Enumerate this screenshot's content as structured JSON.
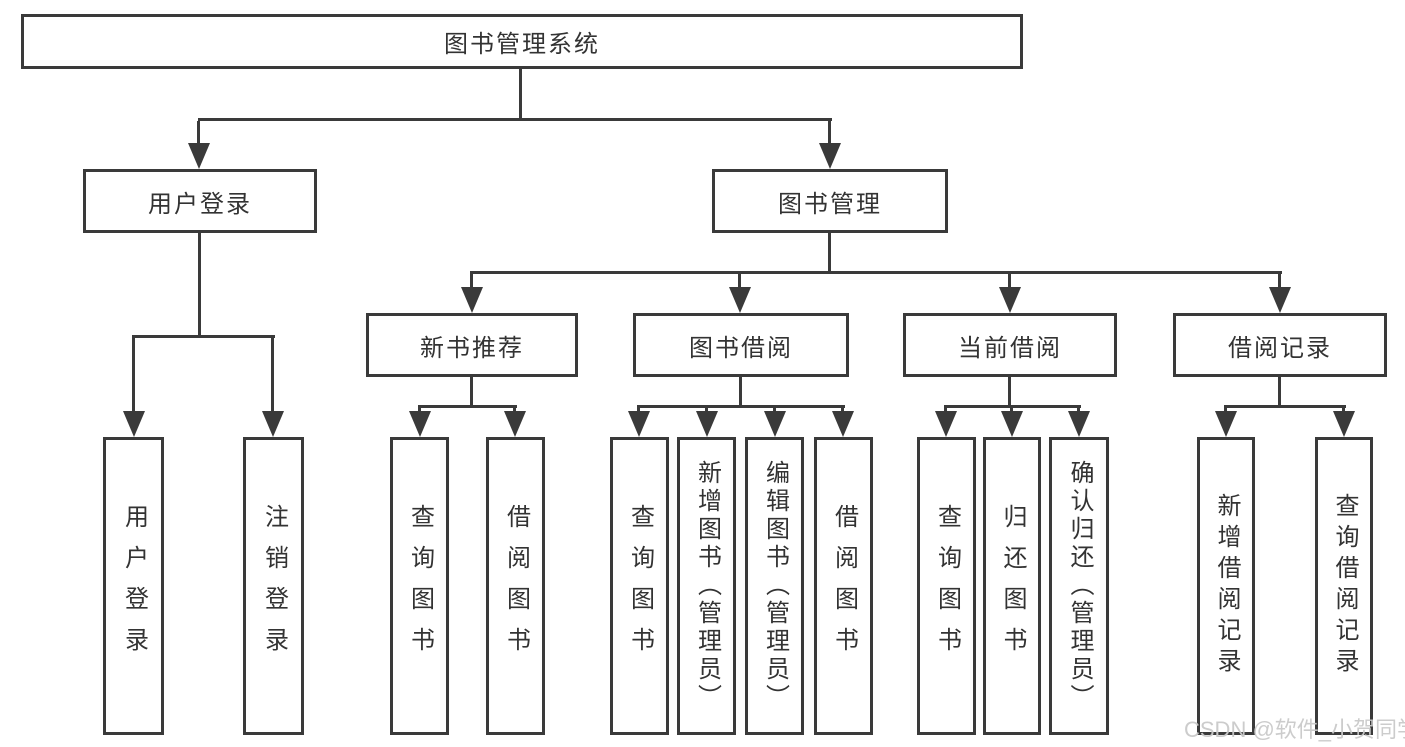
{
  "diagram_type": "hierarchy-tree",
  "tree": {
    "root": {
      "label": "图书管理系统"
    },
    "branches": [
      {
        "label": "用户登录",
        "children": [
          {
            "label": "用户登录"
          },
          {
            "label": "注销登录"
          }
        ]
      },
      {
        "label": "图书管理",
        "children": [
          {
            "label": "新书推荐",
            "children": [
              {
                "label": "查询图书"
              },
              {
                "label": "借阅图书"
              }
            ]
          },
          {
            "label": "图书借阅",
            "children": [
              {
                "label": "查询图书"
              },
              {
                "label": "新增图书（管理员）"
              },
              {
                "label": "编辑图书（管理员）"
              },
              {
                "label": "借阅图书"
              }
            ]
          },
          {
            "label": "当前借阅",
            "children": [
              {
                "label": "查询图书"
              },
              {
                "label": "归还图书"
              },
              {
                "label": "确认归还（管理员）"
              }
            ]
          },
          {
            "label": "借阅记录",
            "children": [
              {
                "label": "新增借阅记录"
              },
              {
                "label": "查询借阅记录"
              }
            ]
          }
        ]
      }
    ]
  },
  "watermark": "CSDN @软件_小贺同学",
  "colors": {
    "line": "#3a3a3a",
    "text": "#333333",
    "box_fill": "#ffffff",
    "background": "#ffffff",
    "watermark": "#c9c9c9"
  }
}
